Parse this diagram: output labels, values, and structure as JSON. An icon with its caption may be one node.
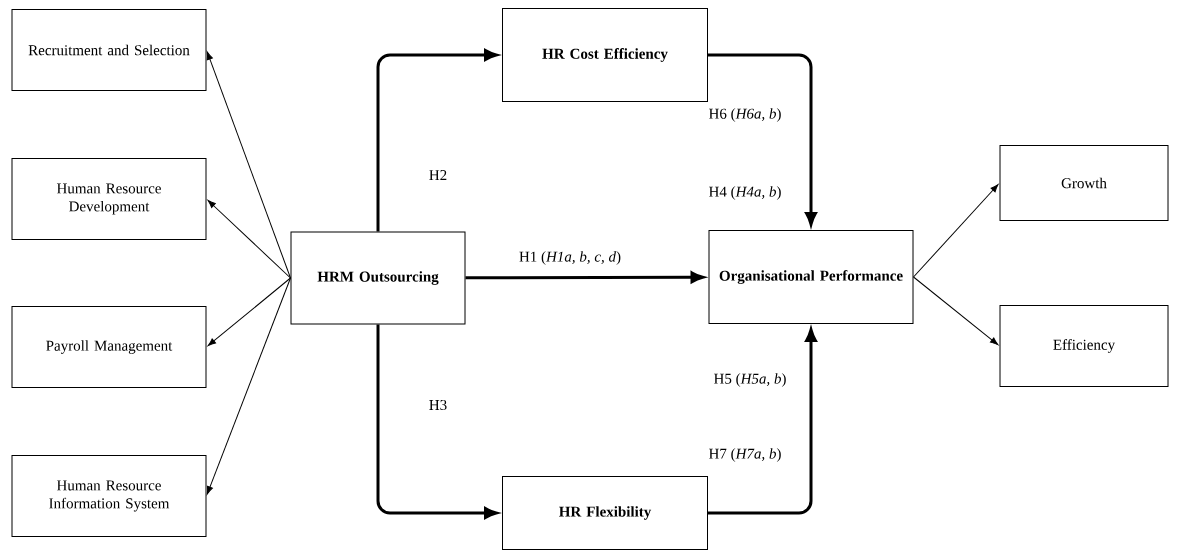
{
  "diagram": {
    "nodes": [
      {
        "text": [
          "Recruitment and Selection"
        ]
      },
      {
        "text": [
          "Human Resource Development"
        ]
      },
      {
        "text": [
          "Payroll Management"
        ]
      },
      {
        "text": [
          "Human Resource Information System"
        ]
      },
      {
        "text": [
          "HRM Outsourcing"
        ]
      },
      {
        "text": [
          "HR Cost Efficiency"
        ]
      },
      {
        "text": [
          "HR Flexibility"
        ]
      },
      {
        "text": [
          "Organisational Performance"
        ]
      },
      {
        "text": [
          "Growth"
        ]
      },
      {
        "text": [
          "Efficiency"
        ]
      }
    ],
    "edges": [
      {
        "from": 4,
        "to": 0,
        "arrow": "to"
      },
      {
        "from": 4,
        "to": 1,
        "arrow": "to"
      },
      {
        "from": 4,
        "to": 2,
        "arrow": "to"
      },
      {
        "from": 4,
        "to": 3,
        "arrow": "to"
      },
      {
        "from": 4,
        "to": 5,
        "arrow": "to",
        "style": "thick",
        "label": "H2"
      },
      {
        "from": 4,
        "to": 7,
        "arrow": "to",
        "style": "thick",
        "label": "H1 (*H1a, b, c, d*)"
      },
      {
        "from": 4,
        "to": 6,
        "arrow": "to",
        "style": "thick",
        "label": "H3"
      },
      {
        "from": 5,
        "to": 7,
        "arrow": "to",
        "style": "thick",
        "label": "H4 (*H4a, b*)"
      },
      {
        "from": 6,
        "to": 7,
        "arrow": "to",
        "style": "thick",
        "label": "H5 (*H5a, b*)"
      },
      {
        "from": 7,
        "to": 8,
        "arrow": "to"
      },
      {
        "from": 7,
        "to": 9,
        "arrow": "to"
      }
    ],
    "labels": [
      "H6 (*H6a, b*)",
      "H7 (*H7a, b*)"
    ]
  }
}
